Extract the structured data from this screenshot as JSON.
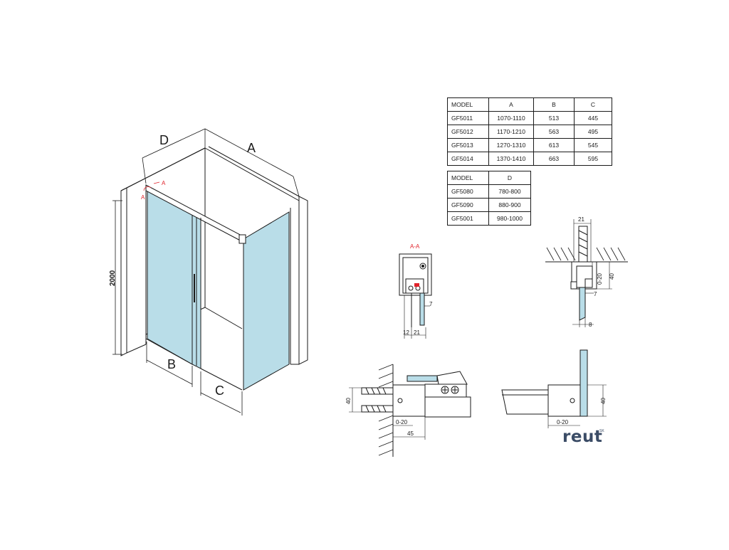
{
  "colors": {
    "glass": "#b9dde8",
    "red_marker": "#e0232b",
    "line": "#1a1a1a",
    "logo": "#3b4c66"
  },
  "table_abc": {
    "headers": [
      "MODEL",
      "A",
      "B",
      "C"
    ],
    "rows": [
      [
        "GF5011",
        "1070-1110",
        "513",
        "445"
      ],
      [
        "GF5012",
        "1170-1210",
        "563",
        "495"
      ],
      [
        "GF5013",
        "1270-1310",
        "613",
        "545"
      ],
      [
        "GF5014",
        "1370-1410",
        "663",
        "595"
      ]
    ]
  },
  "table_d": {
    "headers": [
      "MODEL",
      "D"
    ],
    "rows": [
      [
        "GF5080",
        "780-800"
      ],
      [
        "GF5090",
        "880-900"
      ],
      [
        "GF5001",
        "980-1000"
      ]
    ]
  },
  "main": {
    "label_a": "A",
    "label_b": "B",
    "label_c": "C",
    "label_d": "D",
    "label_height": "2000",
    "marker_a_top": "A",
    "marker_a_side": "A"
  },
  "section_aa": {
    "title": "A-A",
    "dim_12": "12",
    "dim_21": "21",
    "dim_7": "7"
  },
  "top_profile": {
    "dim_21": "21",
    "dim_0_20": "0-20",
    "dim_40": "40",
    "dim_7": "7",
    "dim_8": "8"
  },
  "wall_detail": {
    "dim_40": "40",
    "dim_0_20": "0-20",
    "dim_45": "45"
  },
  "side_detail": {
    "dim_40": "40",
    "dim_0_20": "0-20"
  },
  "logo": {
    "text": "reut",
    "sup": "SK"
  }
}
